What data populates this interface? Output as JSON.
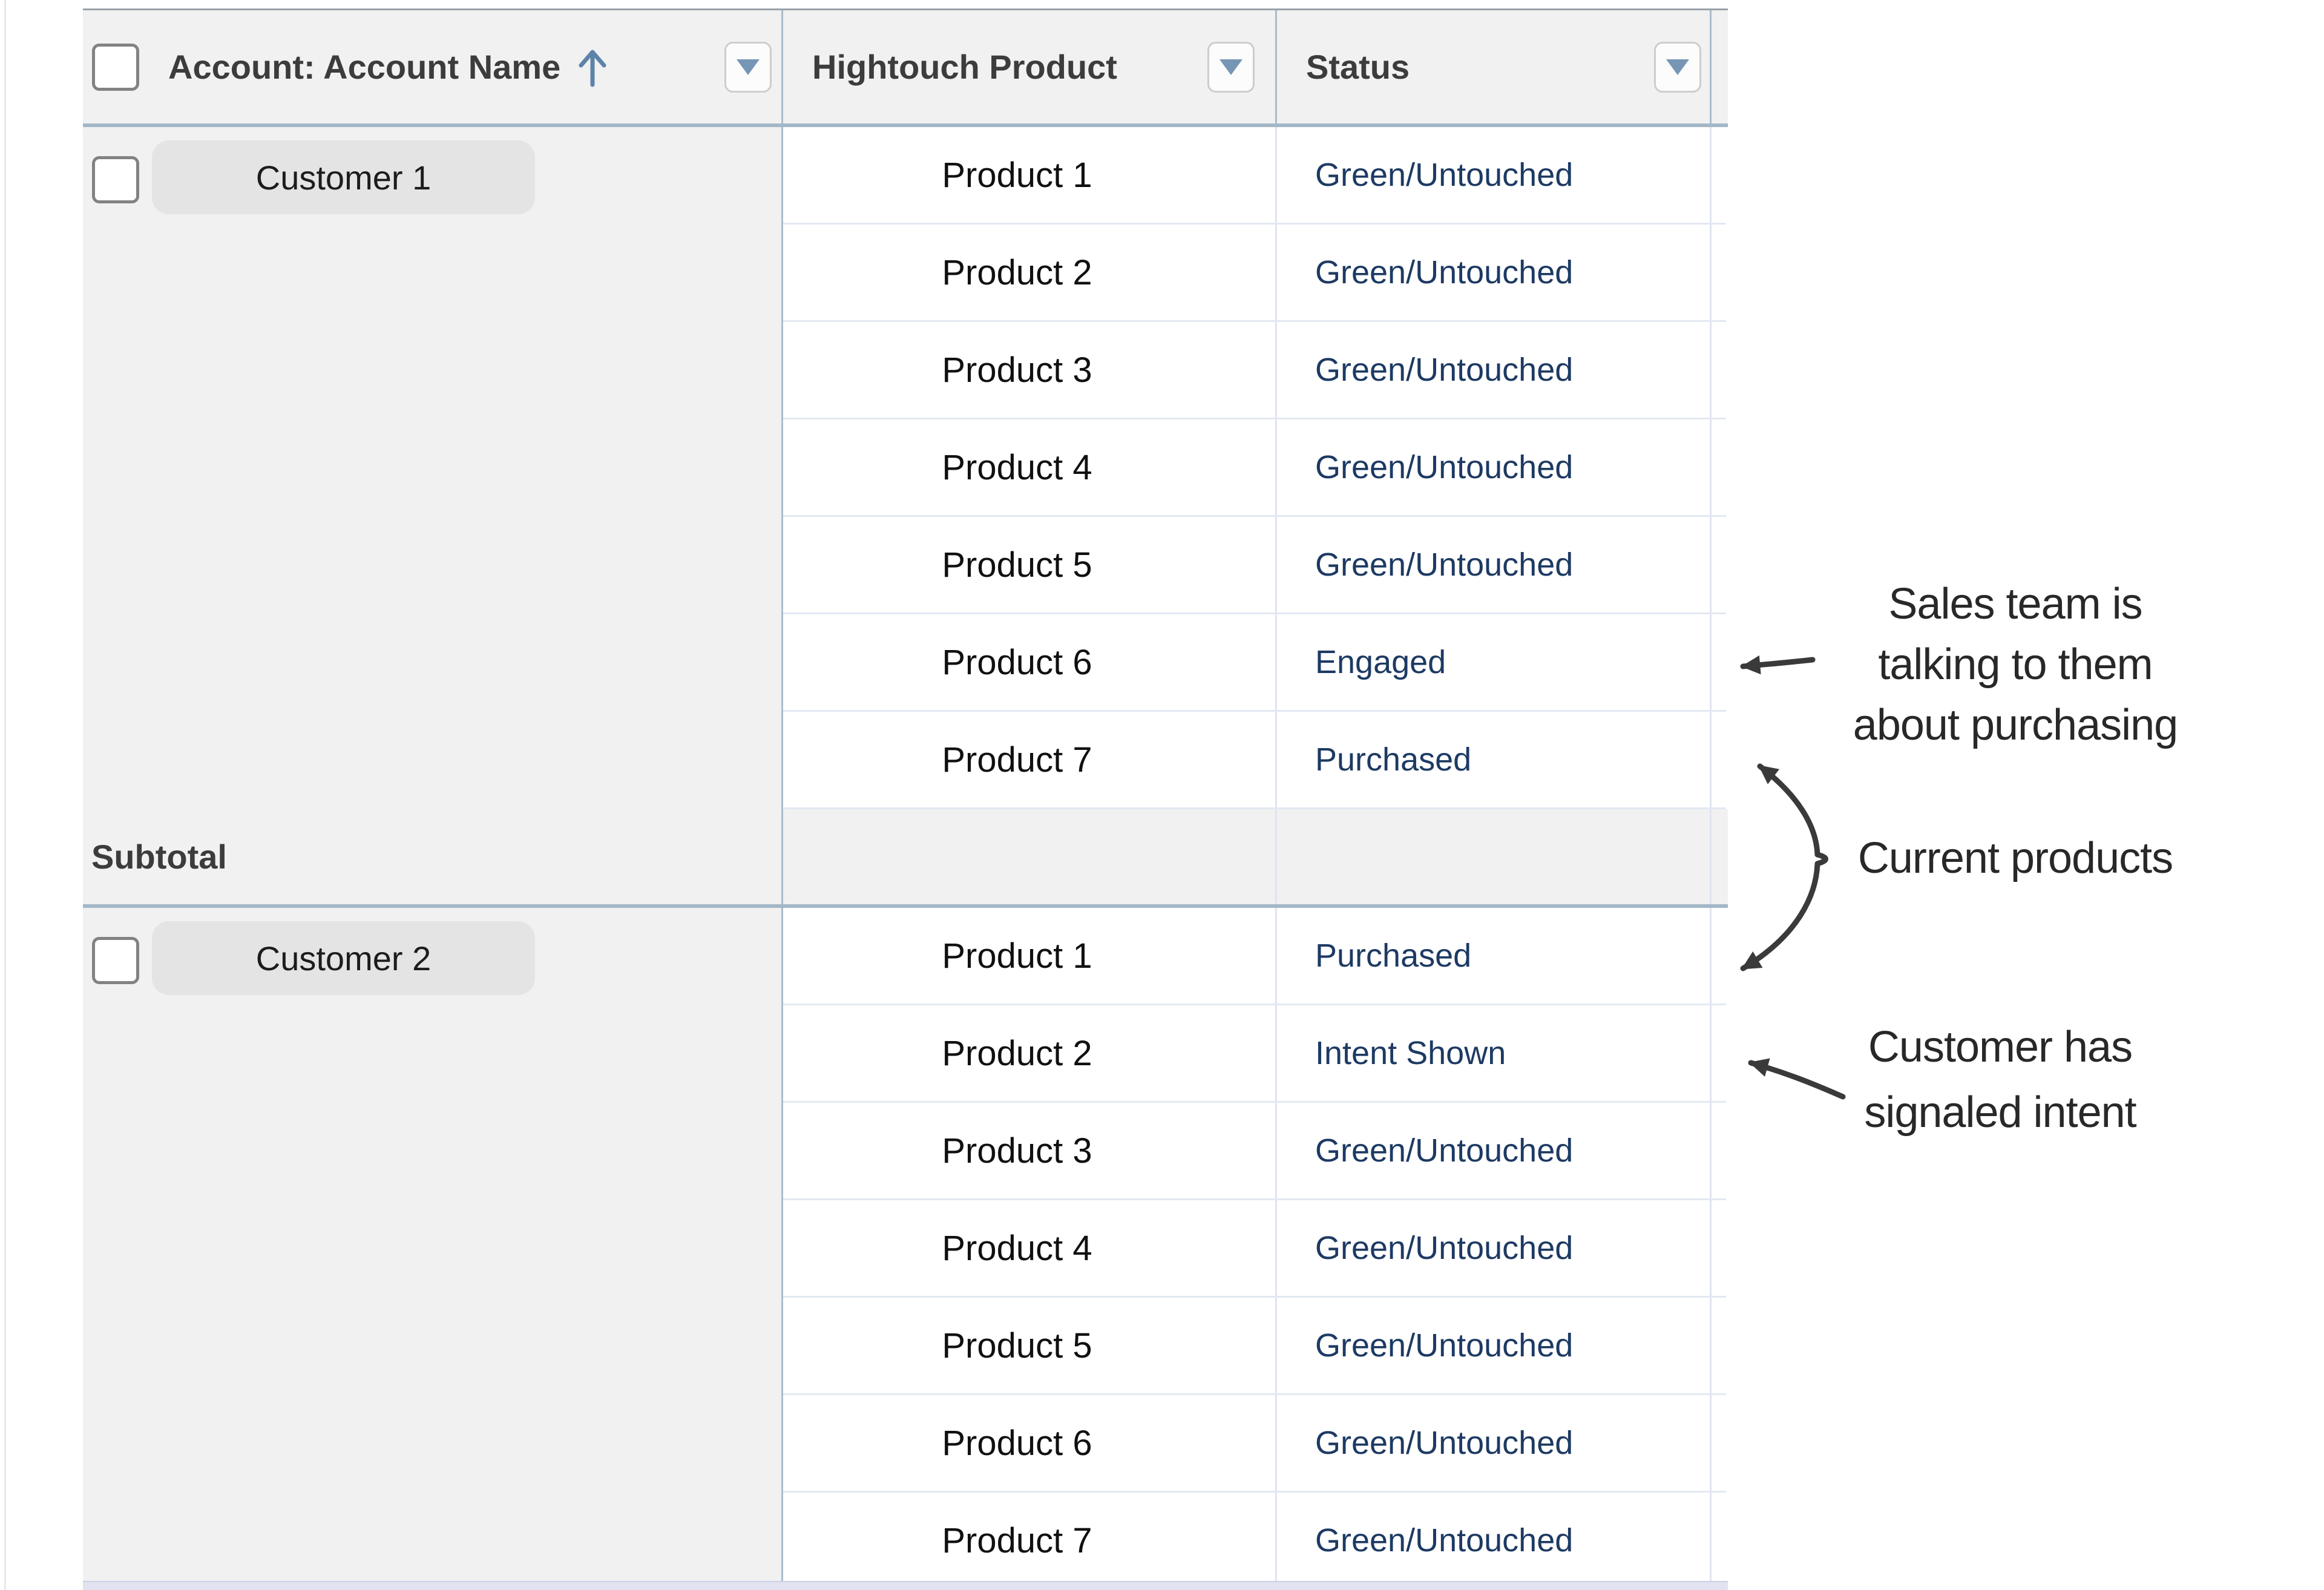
{
  "colors": {
    "panel": "#f1f1f2",
    "pill": "#e4e4e5",
    "header-text": "#3c3c3c",
    "status-text": "#1d3a63",
    "strong-border": "#a3b7c7",
    "col-divider": "#a9bccb",
    "row-border": "#e3e8f2",
    "light-divider": "#dfe4ef",
    "accent-triangle": "#7796b5",
    "sort-arrow": "#5d83a8",
    "arrow": "#3a3a3a",
    "note-text": "#282828",
    "scroll-track": "#e2e3f1"
  },
  "table": {
    "columns": [
      {
        "label": "Account: Account Name",
        "sort": "ascending",
        "has_filter": true
      },
      {
        "label": "Hightouch Product",
        "has_filter": true
      },
      {
        "label": "Status",
        "has_filter": true
      }
    ],
    "subtotal_label": "Subtotal",
    "groups": [
      {
        "account": "Customer 1",
        "rows": [
          {
            "product": "Product 1",
            "status": "Green/Untouched"
          },
          {
            "product": "Product 2",
            "status": "Green/Untouched"
          },
          {
            "product": "Product 3",
            "status": "Green/Untouched"
          },
          {
            "product": "Product 4",
            "status": "Green/Untouched"
          },
          {
            "product": "Product 5",
            "status": "Green/Untouched"
          },
          {
            "product": "Product 6",
            "status": "Engaged"
          },
          {
            "product": "Product 7",
            "status": "Purchased"
          }
        ]
      },
      {
        "account": "Customer 2",
        "rows": [
          {
            "product": "Product 1",
            "status": "Purchased"
          },
          {
            "product": "Product 2",
            "status": "Intent Shown"
          },
          {
            "product": "Product 3",
            "status": "Green/Untouched"
          },
          {
            "product": "Product 4",
            "status": "Green/Untouched"
          },
          {
            "product": "Product 5",
            "status": "Green/Untouched"
          },
          {
            "product": "Product 6",
            "status": "Green/Untouched"
          },
          {
            "product": "Product 7",
            "status": "Green/Untouched"
          }
        ]
      }
    ]
  },
  "annotations": [
    {
      "id": "sales",
      "text": "Sales team is\ntalking to them\nabout purchasing"
    },
    {
      "id": "current",
      "text": "Current products"
    },
    {
      "id": "intent",
      "text": "Customer has\nsignaled intent"
    }
  ]
}
